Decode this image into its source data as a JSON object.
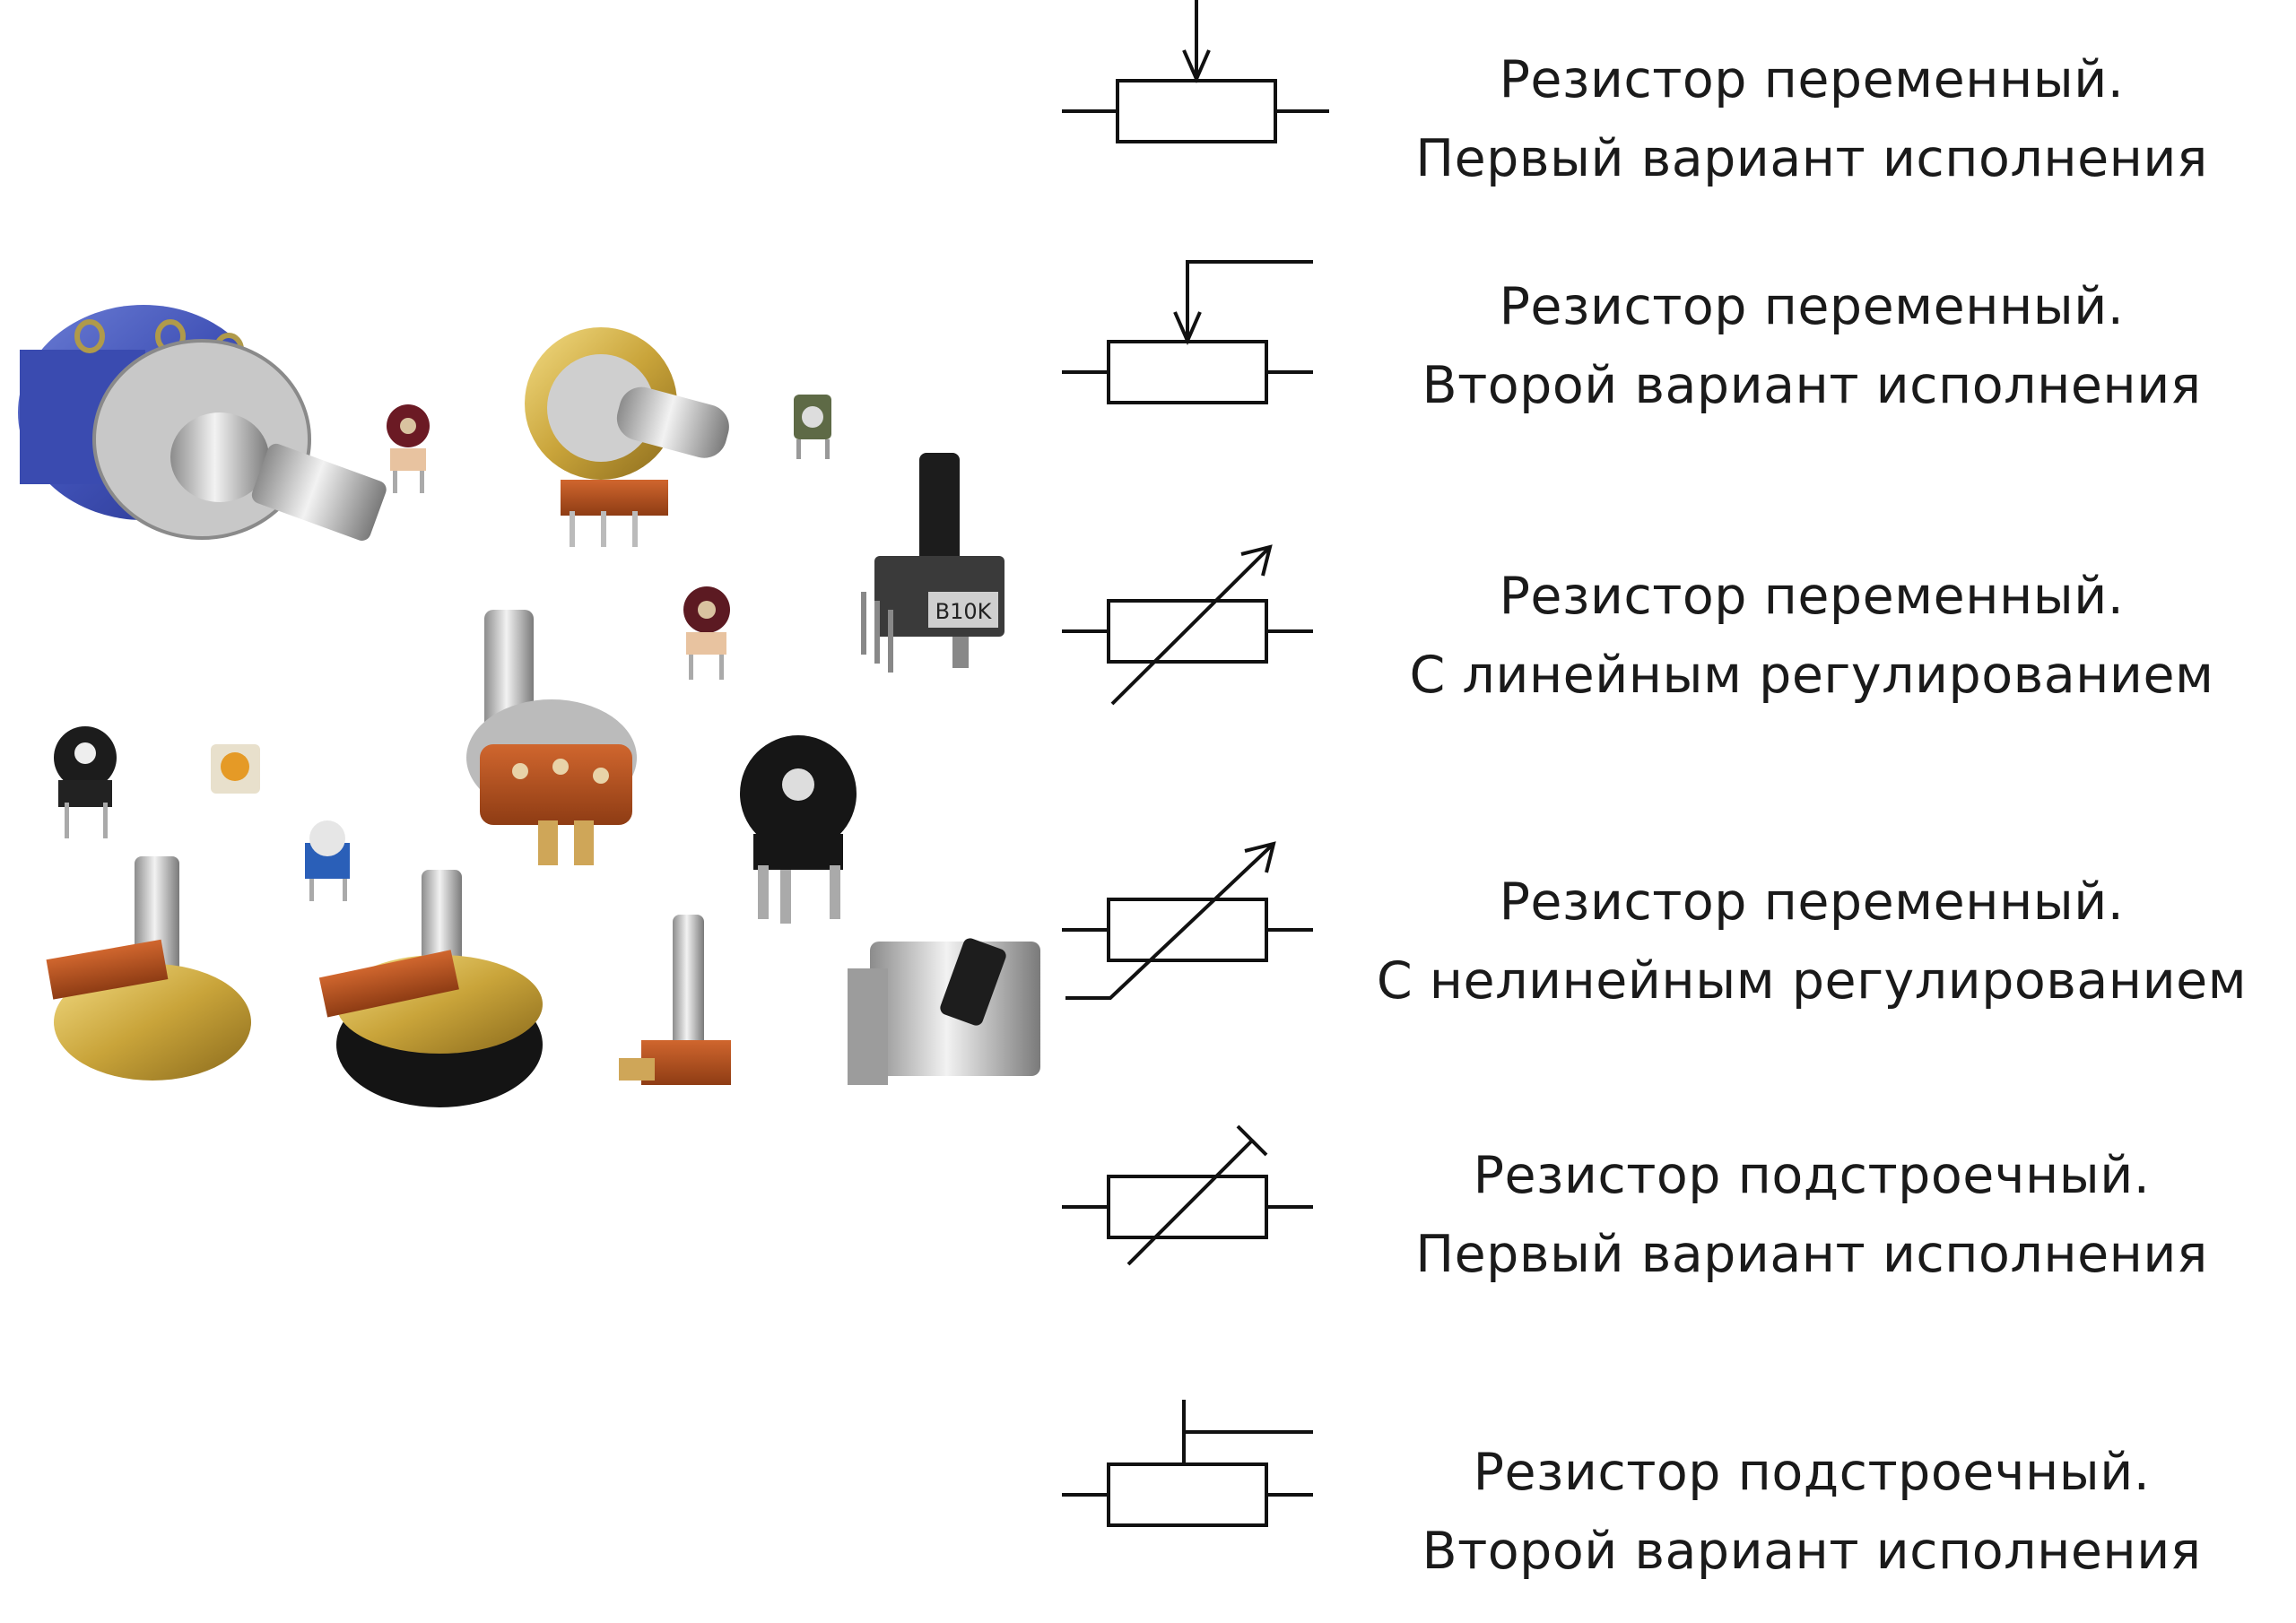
{
  "photo_labels": {
    "potentiometer_marking": "B10K"
  },
  "rows": [
    {
      "symbol": "variable-resistor-v1-symbol",
      "line1": "Резистор переменный.",
      "line2": "Первый вариант исполнения"
    },
    {
      "symbol": "variable-resistor-v2-symbol",
      "line1": "Резистор переменный.",
      "line2": "Второй вариант исполнения"
    },
    {
      "symbol": "variable-resistor-linear-symbol",
      "line1": "Резистор переменный.",
      "line2": "С линейным регулированием"
    },
    {
      "symbol": "variable-resistor-nonlinear-symbol",
      "line1": "Резистор переменный.",
      "line2": "С нелинейным регулированием"
    },
    {
      "symbol": "trimmer-resistor-v1-symbol",
      "line1": "Резистор подстроечный.",
      "line2": "Первый вариант исполнения"
    },
    {
      "symbol": "trimmer-resistor-v2-symbol",
      "line1": "Резистор подстроечный.",
      "line2": "Второй вариант исполнения"
    }
  ]
}
